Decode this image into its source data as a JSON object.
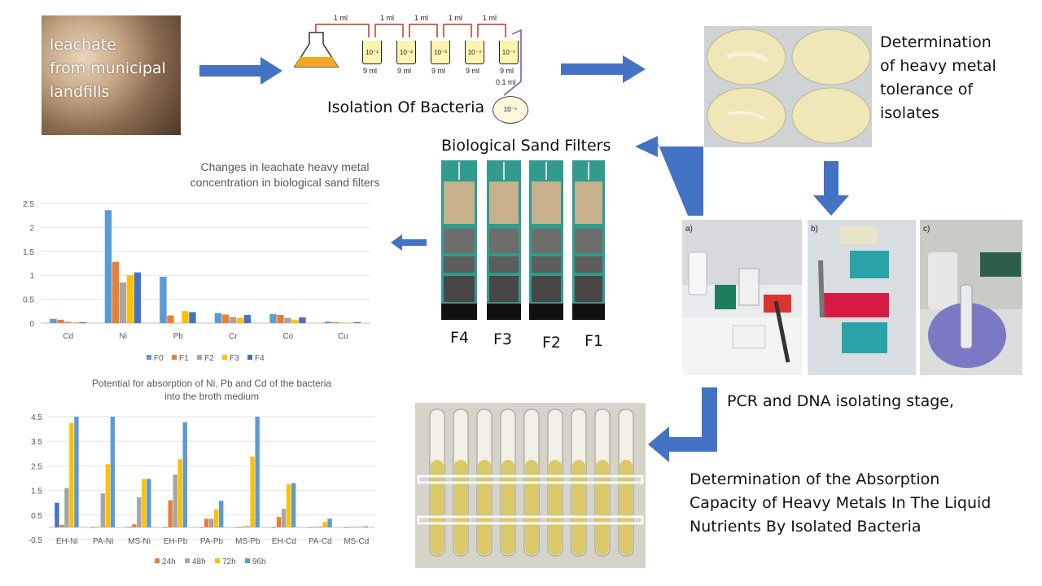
{
  "leachate": {
    "line1": "leachate",
    "line2": "from municipal",
    "line3": "landfills"
  },
  "isolation": {
    "title": "Isolation Of Bacteria",
    "transfer_labels": [
      "1 ml",
      "1 ml",
      "1 ml",
      "1 ml",
      "1 ml"
    ],
    "tubes": [
      "10⁻¹",
      "10⁻²",
      "10⁻³",
      "10⁻⁴",
      "10⁻⁵"
    ],
    "tube_volume": "9 ml",
    "plate_volume": "0.1 ml",
    "plate_label": "10⁻⁵"
  },
  "tolerance": {
    "line1": "Determination",
    "line2": "of heavy metal",
    "line3": "tolerance of",
    "line4": "isolates"
  },
  "sand_filters": {
    "title": "Biological Sand Filters",
    "labels": [
      "F4",
      "F3",
      "F2",
      "F1"
    ]
  },
  "pcr": {
    "caption": "PCR and DNA isolating stage,",
    "panel_labels": [
      "a)",
      "b)",
      "c)"
    ]
  },
  "absorption": {
    "line1": "Determination of the Absorption",
    "line2": "Capacity of Heavy Metals In The Liquid",
    "line3": "Nutrients By Isolated Bacteria"
  },
  "colors": {
    "arrow": "#4472c4",
    "s0": "#5b9bd5",
    "s1": "#ed7d31",
    "s2": "#a5a5a5",
    "s3": "#ffc000",
    "s4": "#4472c4"
  },
  "chart_data": [
    {
      "type": "bar",
      "title_line1": "Changes in leachate heavy metal",
      "title_line2": "concentration in biological sand filters",
      "categories": [
        "Cd",
        "Ni",
        "Pb",
        "Cr",
        "Co",
        "Cu"
      ],
      "ylim": [
        0,
        2.5
      ],
      "yticks": [
        "0",
        "0.5",
        "1",
        "1.5",
        "2",
        "2.5"
      ],
      "series": [
        {
          "name": "F0",
          "values": [
            0.09,
            2.36,
            0.97,
            0.21,
            0.19,
            0.03
          ]
        },
        {
          "name": "F1",
          "values": [
            0.07,
            1.28,
            0.16,
            0.18,
            0.17,
            0.02
          ]
        },
        {
          "name": "F2",
          "values": [
            0.03,
            0.85,
            0.0,
            0.13,
            0.11,
            0.01
          ]
        },
        {
          "name": "F3",
          "values": [
            0.02,
            1.0,
            0.25,
            0.11,
            0.07,
            0.01
          ]
        },
        {
          "name": "F4",
          "values": [
            0.02,
            1.06,
            0.23,
            0.17,
            0.12,
            0.02
          ]
        }
      ],
      "legend": "bottom"
    },
    {
      "type": "bar",
      "title_line1": "Potential for absorption of Ni, Pb and Cd of the bacteria",
      "title_line2": "into the broth medium",
      "categories": [
        "EH-Ni",
        "PA-Ni",
        "MS-Ni",
        "EH-Pb",
        "PA-Pb",
        "MS-Pb",
        "EH-Cd",
        "PA-Cd",
        "MS-Cd"
      ],
      "ylim": [
        -0.5,
        4.5
      ],
      "yticks": [
        "-0.5",
        "0.5",
        "1.5",
        "2.5",
        "3.5",
        "4.5"
      ],
      "series": [
        {
          "name": "",
          "values": [
            1.0,
            0.0,
            0.0,
            0.0,
            0.0,
            0.0,
            0.0,
            0.0,
            0.0
          ]
        },
        {
          "name": "24h",
          "values": [
            0.1,
            0.02,
            0.12,
            1.1,
            0.35,
            0.03,
            0.42,
            0.02,
            0.02
          ]
        },
        {
          "name": "48h",
          "values": [
            1.6,
            1.38,
            1.22,
            2.15,
            0.35,
            0.05,
            0.75,
            0.03,
            0.02
          ]
        },
        {
          "name": "72h",
          "values": [
            4.25,
            2.57,
            1.97,
            2.77,
            0.73,
            2.88,
            1.75,
            0.22,
            0.03
          ]
        },
        {
          "name": "96h",
          "values": [
            4.5,
            4.5,
            1.97,
            4.28,
            1.08,
            4.5,
            1.8,
            0.35,
            0.04
          ]
        }
      ],
      "legend": "bottom"
    }
  ]
}
